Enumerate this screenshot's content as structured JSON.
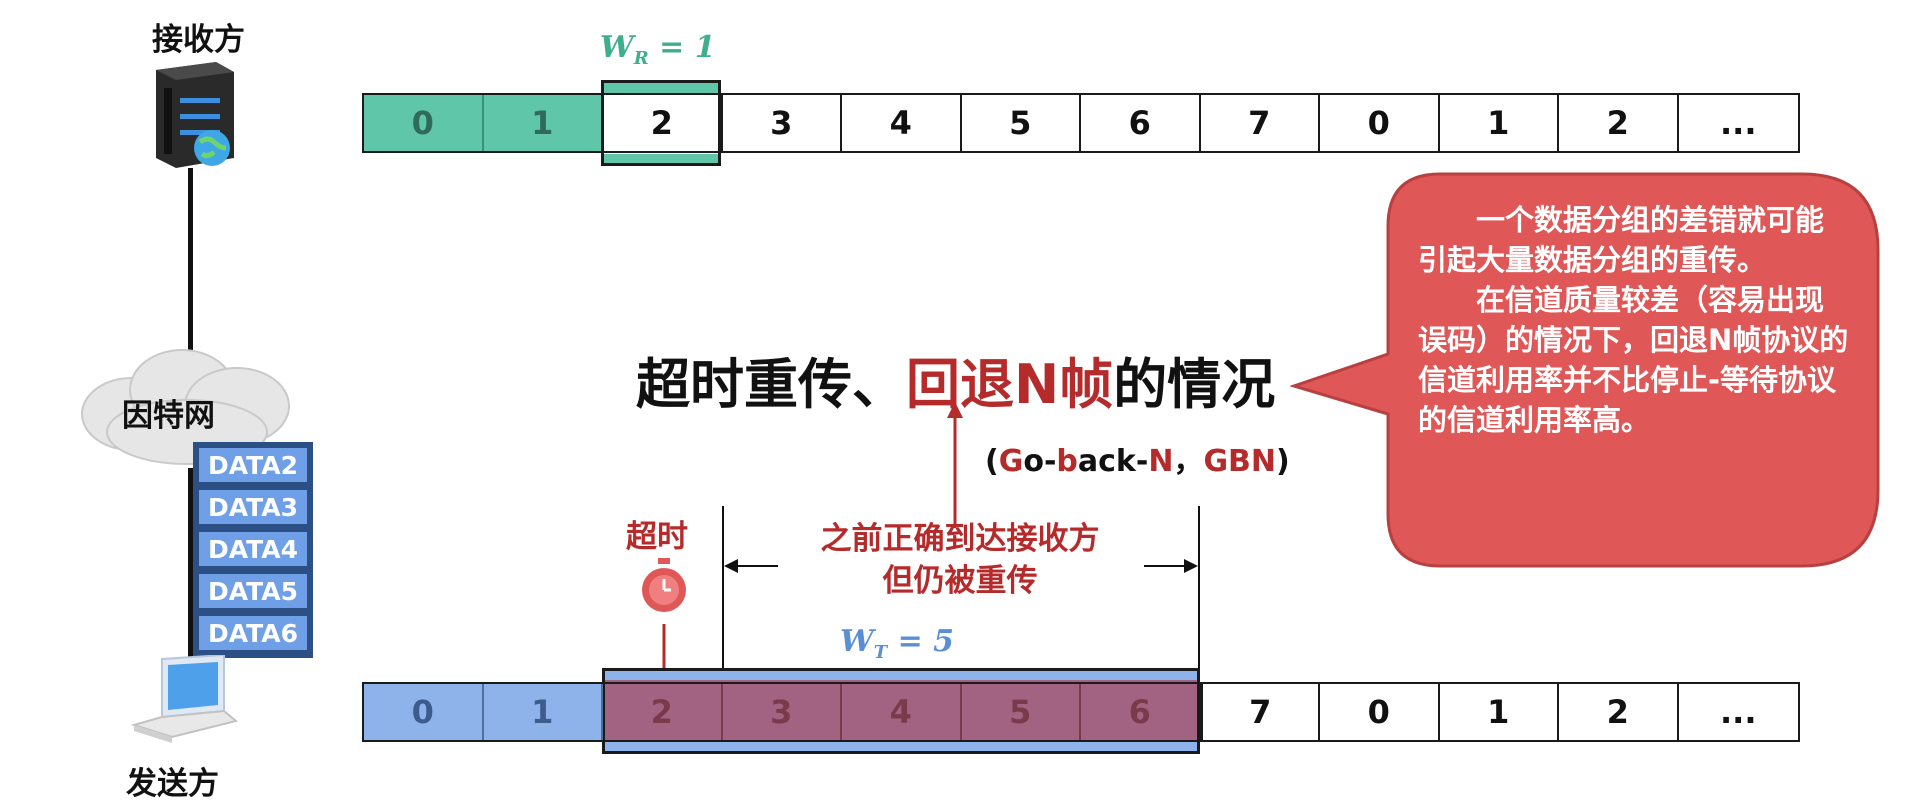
{
  "labels": {
    "receiver": "接收方",
    "sender": "发送方",
    "internet": "因特网"
  },
  "receiver_window": {
    "label_var": "W",
    "label_sub": "R",
    "label_rest": "= 1",
    "size": 1
  },
  "sender_window": {
    "label_var": "W",
    "label_sub": "T",
    "label_rest": "= 5",
    "size": 5
  },
  "sequence_top": [
    "0",
    "1",
    "2",
    "3",
    "4",
    "5",
    "6",
    "7",
    "0",
    "1",
    "2",
    "..."
  ],
  "sequence_bottom": [
    "0",
    "1",
    "2",
    "3",
    "4",
    "5",
    "6",
    "7",
    "0",
    "1",
    "2",
    "..."
  ],
  "title": {
    "part1": "超时重传、",
    "part2": "回退N帧",
    "part3": "的情况"
  },
  "gbn": {
    "open": "(",
    "g": "G",
    "o": "o-",
    "b": "b",
    "ack": "ack-",
    "n": "N",
    "sep": "，",
    "abbr": "GBN",
    "close": ")"
  },
  "timeout_label": "超时",
  "resend_note": {
    "line1": "之前正确到达接收方",
    "line2": "但仍被重传"
  },
  "data_packets": [
    "DATA2",
    "DATA3",
    "DATA4",
    "DATA5",
    "DATA6"
  ],
  "bubble": {
    "para1": "一个数据分组的差错就可能引起大量数据分组的重传。",
    "para2": "在信道质量较差（容易出现误码）的情况下，回退N帧协议的信道利用率并不比停止-等待协议的信道利用率高。"
  },
  "colors": {
    "receiver_acked": "#5fc6a9",
    "sender_acked": "#8db3ea",
    "resend_overlay": "#a45c78",
    "accent_red": "#b52a2a",
    "bubble_red": "#e05757",
    "window_label_green": "#3fae8c",
    "window_label_blue": "#5b8fd4"
  },
  "icons": {
    "receiver": "server-icon",
    "sender": "laptop-icon",
    "internet": "cloud-icon",
    "timer": "stopwatch-icon"
  }
}
